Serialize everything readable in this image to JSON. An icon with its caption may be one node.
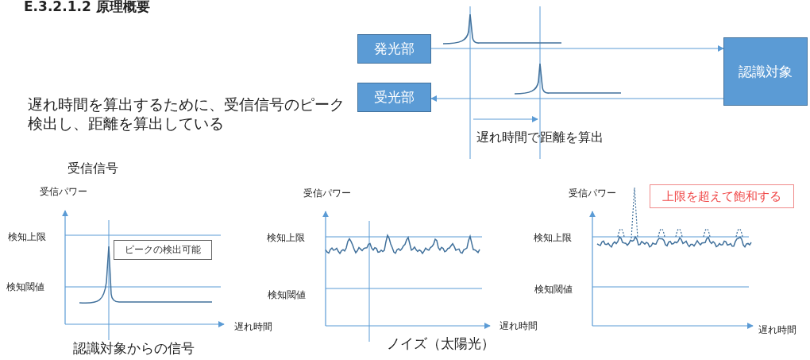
{
  "diagram": {
    "title": "E.3.2.1.2 原理概要",
    "nodes": [
      {
        "text": [
          "発光部"
        ]
      },
      {
        "text": [
          "受光部"
        ]
      },
      {
        "text": [
          "認識対象"
        ]
      },
      {
        "text": [
          "ピークの検出可能"
        ]
      },
      {
        "text": [
          "上限を超えて飽和する"
        ]
      }
    ],
    "edges": [
      {
        "from": 0,
        "to": 2,
        "arrow": "to"
      },
      {
        "from": 2,
        "to": 1,
        "arrow": "to"
      }
    ],
    "labels": [
      "遅れ時間を算出するために、受信信号のピーク検出し、距離を算出している",
      "遅れ時間で距離を算出",
      "受信信号",
      "受信パワー",
      "受信パワー",
      "受信パワー",
      "検知上限",
      "検知上限",
      "検知上限",
      "検知閾値",
      "検知閾値",
      "検知閾値",
      "遅れ時間",
      "遅れ時間",
      "遅れ時間",
      "認識対象からの信号",
      "ノイズ（太陽光）"
    ]
  }
}
